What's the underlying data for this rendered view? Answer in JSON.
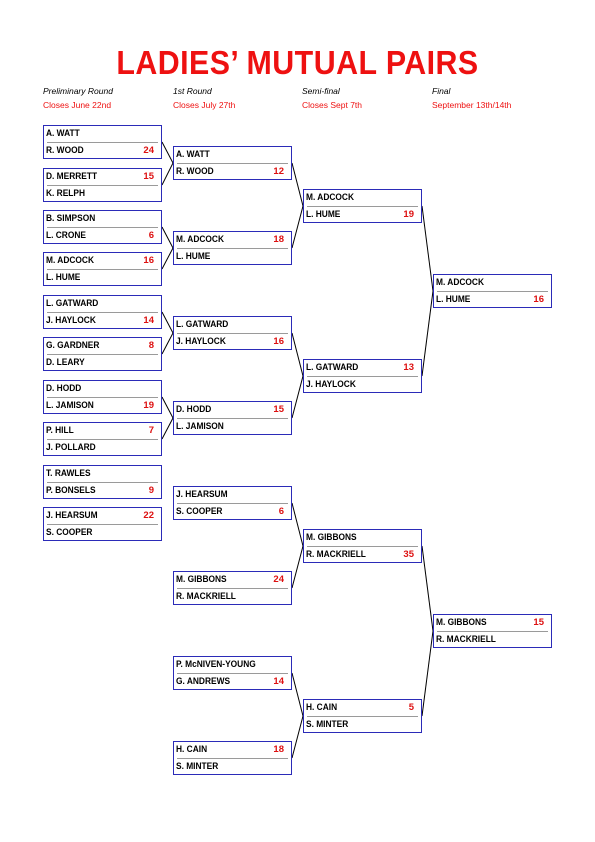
{
  "title": "LADIES’ MUTUAL PAIRS",
  "rounds": [
    {
      "name": "Preliminary Round",
      "closes": "Closes June 22nd"
    },
    {
      "name": "1st Round",
      "closes": "Closes July 27th"
    },
    {
      "name": "Semi-final",
      "closes": "Closes Sept 7th"
    },
    {
      "name": "Final",
      "closes": "September 13th/14th"
    }
  ],
  "matches": {
    "prelim": [
      {
        "p1": "A. WATT",
        "s1": "",
        "p2": "R. WOOD",
        "s2": "24"
      },
      {
        "p1": "D. MERRETT",
        "s1": "15",
        "p2": "K. RELPH",
        "s2": ""
      },
      {
        "p1": "B. SIMPSON",
        "s1": "",
        "p2": "L. CRONE",
        "s2": "6"
      },
      {
        "p1": "M. ADCOCK",
        "s1": "16",
        "p2": "L. HUME",
        "s2": ""
      },
      {
        "p1": "L. GATWARD",
        "s1": "",
        "p2": "J. HAYLOCK",
        "s2": "14"
      },
      {
        "p1": "G. GARDNER",
        "s1": "8",
        "p2": "D. LEARY",
        "s2": ""
      },
      {
        "p1": "D. HODD",
        "s1": "",
        "p2": "L. JAMISON",
        "s2": "19"
      },
      {
        "p1": "P. HILL",
        "s1": "7",
        "p2": "J. POLLARD",
        "s2": ""
      },
      {
        "p1": "T. RAWLES",
        "s1": "",
        "p2": "P. BONSELS",
        "s2": "9"
      },
      {
        "p1": "J. HEARSUM",
        "s1": "22",
        "p2": "S. COOPER",
        "s2": ""
      }
    ],
    "round1": [
      {
        "p1": "A. WATT",
        "s1": "",
        "p2": "R. WOOD",
        "s2": "12"
      },
      {
        "p1": "M. ADCOCK",
        "s1": "18",
        "p2": "L. HUME",
        "s2": ""
      },
      {
        "p1": "L. GATWARD",
        "s1": "",
        "p2": "J. HAYLOCK",
        "s2": "16"
      },
      {
        "p1": "D. HODD",
        "s1": "15",
        "p2": "L. JAMISON",
        "s2": ""
      },
      {
        "p1": "J. HEARSUM",
        "s1": "",
        "p2": "S. COOPER",
        "s2": "6"
      },
      {
        "p1": "M. GIBBONS",
        "s1": "24",
        "p2": "R. MACKRIELL",
        "s2": ""
      },
      {
        "p1": "P. McNIVEN-YOUNG",
        "s1": "",
        "p2": "G. ANDREWS",
        "s2": "14"
      },
      {
        "p1": "H. CAIN",
        "s1": "18",
        "p2": "S. MINTER",
        "s2": ""
      }
    ],
    "semi": [
      {
        "p1": "M. ADCOCK",
        "s1": "",
        "p2": "L. HUME",
        "s2": "19"
      },
      {
        "p1": "L. GATWARD",
        "s1": "13",
        "p2": "J. HAYLOCK",
        "s2": ""
      },
      {
        "p1": "M. GIBBONS",
        "s1": "",
        "p2": "R. MACKRIELL",
        "s2": "35"
      },
      {
        "p1": "H. CAIN",
        "s1": "5",
        "p2": "S. MINTER",
        "s2": ""
      }
    ],
    "final": [
      {
        "p1": "M. ADCOCK",
        "s1": "",
        "p2": "L. HUME",
        "s2": "16"
      },
      {
        "p1": "M. GIBBONS",
        "s1": "15",
        "p2": "R. MACKRIELL",
        "s2": ""
      }
    ]
  },
  "colors": {
    "title": "#ee1111",
    "box_border": "#2b2bb8",
    "score": "#dd1111",
    "line": "#000000"
  }
}
